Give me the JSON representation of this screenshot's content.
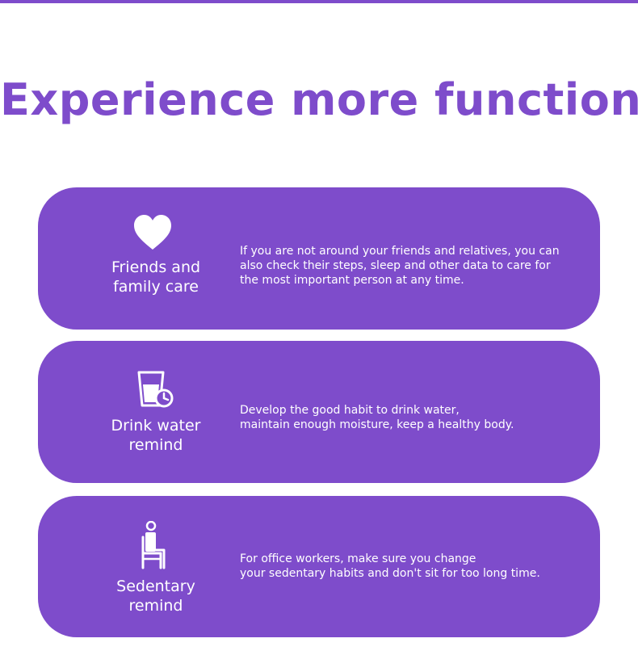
{
  "header": {
    "title": "Experience more functions"
  },
  "features": [
    {
      "icon": "heart-icon",
      "label_lines": [
        "Friends and",
        "family care"
      ],
      "description_lines": [
        "If you are not around your friends and relatives, you can",
        "also check their steps, sleep and other data to care for",
        "the most important person at any time."
      ]
    },
    {
      "icon": "water-glass-clock-icon",
      "label_lines": [
        "Drink water",
        "remind"
      ],
      "description_lines": [
        "Develop the good habit to drink water,",
        "maintain enough moisture, keep a healthy body."
      ]
    },
    {
      "icon": "sitting-person-icon",
      "label_lines": [
        "Sedentary",
        "remind"
      ],
      "description_lines": [
        "For office workers, make sure you change",
        "your sedentary habits and don't sit for too long time."
      ]
    }
  ],
  "colors": {
    "accent": "#7e4ccb",
    "text_on_accent": "#ffffff",
    "background": "#ffffff"
  }
}
